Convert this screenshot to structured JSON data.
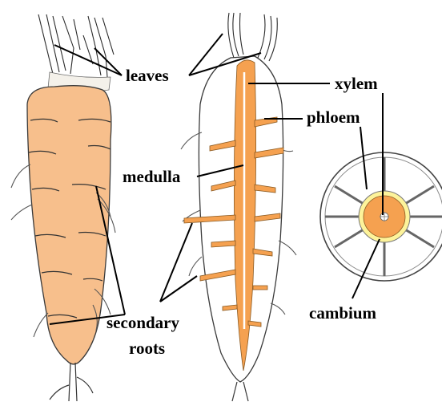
{
  "labels": {
    "leaves": "leaves",
    "xylem": "xylem",
    "phloem": "phloem",
    "medulla": "medulla",
    "cambium": "cambium",
    "secondary": "secondary",
    "roots": "roots"
  },
  "colors": {
    "carrot_flesh": "#f7bf8c",
    "medulla_orange": "#f5a150",
    "cambium_ring": "#fdf39a",
    "outline": "#2b2b2b",
    "label_text": "#000000"
  }
}
